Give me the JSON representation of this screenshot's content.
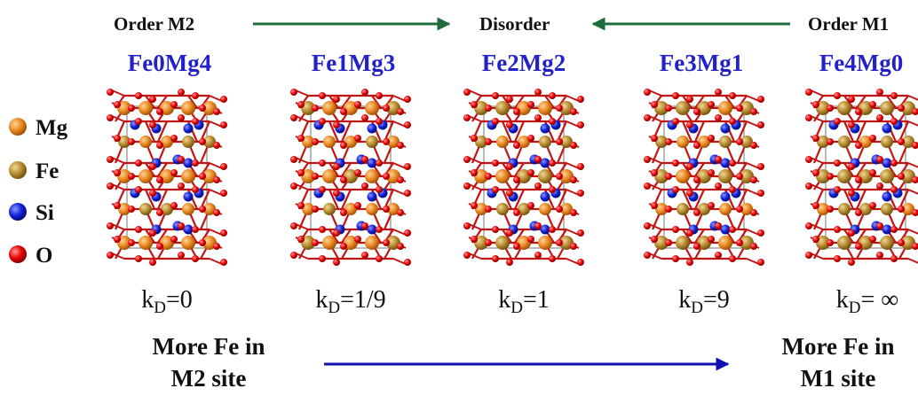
{
  "header": {
    "left_label": "Order M2",
    "center_label": "Disorder",
    "right_label": "Order M1"
  },
  "colors": {
    "top_arrows": "#1e6b3c",
    "bottom_arrow": "#1010b0",
    "composition": "#2222c8",
    "mg": "#e8871e",
    "fe": "#b58a2c",
    "si": "#1020d8",
    "o": "#e80000",
    "bond": "#c21414"
  },
  "legend": [
    {
      "label": "Mg",
      "color": "#e8871e"
    },
    {
      "label": "Fe",
      "color": "#b58a2c"
    },
    {
      "label": "Si",
      "color": "#1020d8"
    },
    {
      "label": "O",
      "color": "#e80000"
    }
  ],
  "structures": [
    {
      "composition": "Fe0Mg4",
      "kd_prefix": "k",
      "kd_sub": "D",
      "kd_value": "=0",
      "fe_fraction": 0.0
    },
    {
      "composition": "Fe1Mg3",
      "kd_prefix": "k",
      "kd_sub": "D",
      "kd_value": "=1/9",
      "fe_fraction": 0.25
    },
    {
      "composition": "Fe2Mg2",
      "kd_prefix": "k",
      "kd_sub": "D",
      "kd_value": "=1",
      "fe_fraction": 0.5
    },
    {
      "composition": "Fe3Mg1",
      "kd_prefix": "k",
      "kd_sub": "D",
      "kd_value": "=9",
      "fe_fraction": 0.75
    },
    {
      "composition": "Fe4Mg0",
      "kd_prefix": "k",
      "kd_sub": "D",
      "kd_value": "= ∞",
      "fe_fraction": 1.0
    }
  ],
  "bottom": {
    "left_line1": "More Fe in",
    "left_line2": "M2 site",
    "right_line1": "More Fe in",
    "right_line2": "M1 site"
  }
}
